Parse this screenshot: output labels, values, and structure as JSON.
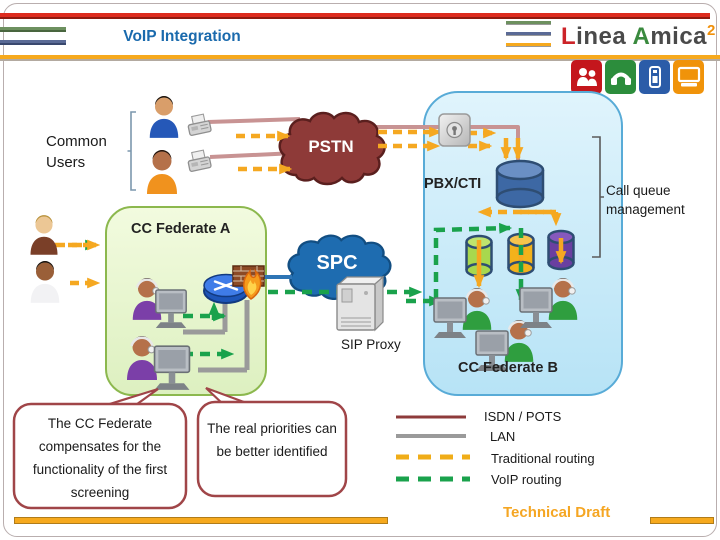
{
  "header": {
    "title": "VoIP Integration"
  },
  "logo": {
    "word1_initial": "L",
    "word1_rest": "inea",
    "word2_initial": "A",
    "word2_rest": "mica",
    "superscript": "2",
    "logo_icons": [
      "people-icon",
      "handset-icon",
      "mobile-phone-icon",
      "computer-icon"
    ]
  },
  "diagram": {
    "common_users_label": "Common Users",
    "pstn_label": "PSTN",
    "pbx_label": "PBX/CTI",
    "call_queue_label": "Call queue management",
    "cc_federate_a_label": "CC Federate A",
    "spc_label": "SPC",
    "sip_proxy_label": "SIP Proxy",
    "cc_federate_b_label": "CC Federate B"
  },
  "callouts": {
    "left": "The CC Federate compensates for the functionality of the first screening",
    "right": "The real priorities can be better identified"
  },
  "legend": {
    "items": [
      {
        "label": "ISDN / POTS",
        "style": "solid",
        "color": "#8e3b3b"
      },
      {
        "label": "LAN",
        "style": "solid",
        "color": "#9a9a9a"
      },
      {
        "label": "Traditional routing",
        "style": "dashed",
        "color": "#f0ad18"
      },
      {
        "label": "VoIP routing",
        "style": "dashed",
        "color": "#1aa24c"
      }
    ]
  },
  "footer": {
    "status": "Technical Draft"
  },
  "colors": {
    "top_bar_red": "#dd2b1e",
    "accent_orange": "#f5a81c",
    "title_blue": "#1a6aad",
    "pstn_maroon": "#8e3a38",
    "spc_blue": "#1e6cb0",
    "voip_green": "#1aa24c",
    "traditional_yellow": "#f5a821",
    "isdn_pink": "#c89393",
    "lan_gray": "#9a9a9a",
    "federate_a_green": "#8cb84e",
    "federate_b_blue": "#58abd7",
    "callout_border": "#a04548"
  }
}
